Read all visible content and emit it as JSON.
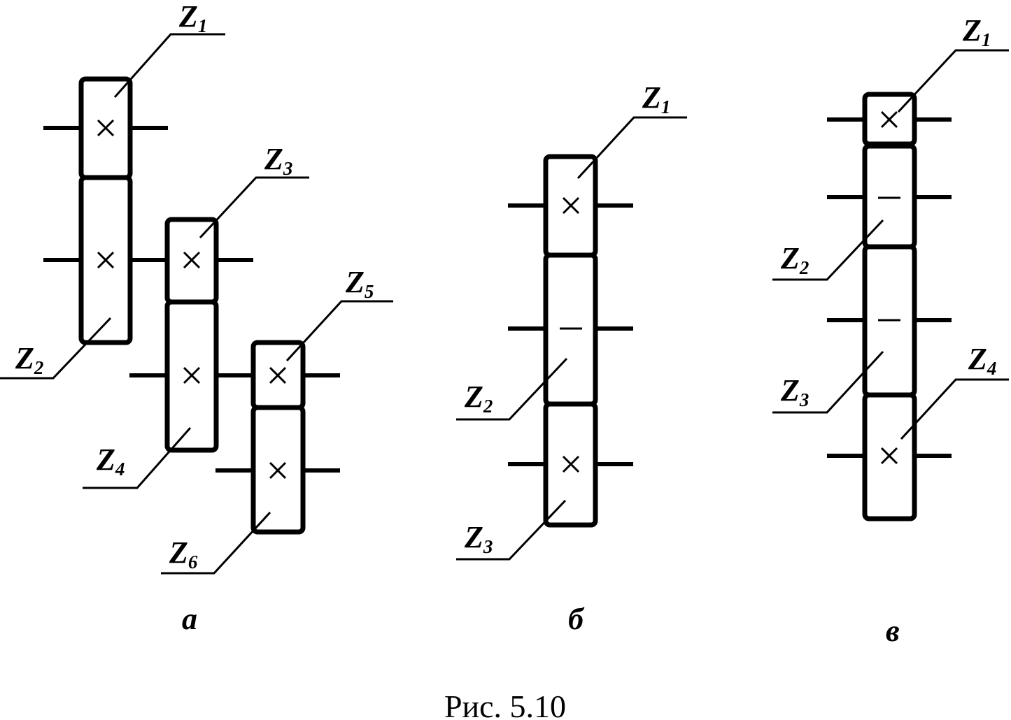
{
  "caption": "Рис. 5.10",
  "panels": [
    {
      "panel_label": "а",
      "labels": [
        {
          "main": "Z",
          "sub": "1"
        },
        {
          "main": "Z",
          "sub": "2"
        },
        {
          "main": "Z",
          "sub": "3"
        },
        {
          "main": "Z",
          "sub": "4"
        },
        {
          "main": "Z",
          "sub": "5"
        },
        {
          "main": "Z",
          "sub": "6"
        }
      ]
    },
    {
      "panel_label": "б",
      "labels": [
        {
          "main": "Z",
          "sub": "1"
        },
        {
          "main": "Z",
          "sub": "2"
        },
        {
          "main": "Z",
          "sub": "3"
        }
      ]
    },
    {
      "panel_label": "в",
      "labels": [
        {
          "main": "Z",
          "sub": "1"
        },
        {
          "main": "Z",
          "sub": "2"
        },
        {
          "main": "Z",
          "sub": "3"
        },
        {
          "main": "Z",
          "sub": "4"
        }
      ]
    }
  ]
}
